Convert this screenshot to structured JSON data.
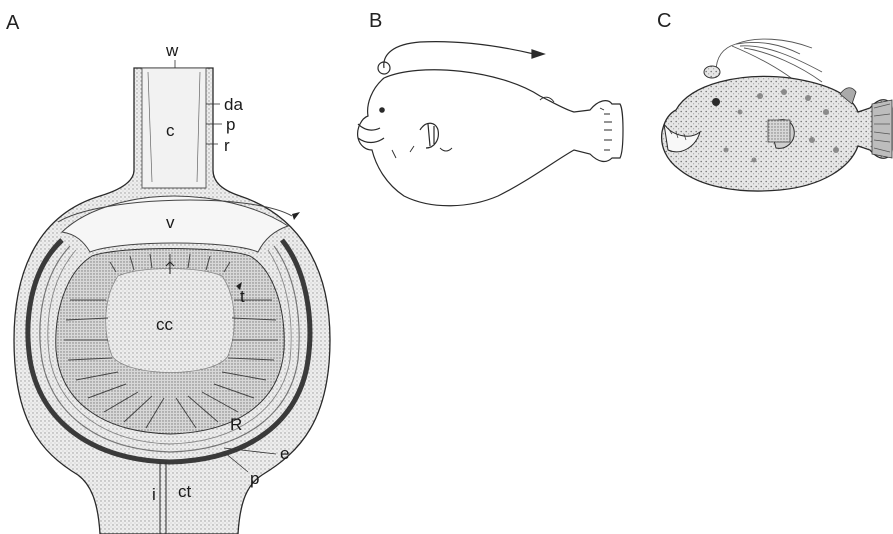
{
  "panels": {
    "a": {
      "letter": "A",
      "labels": {
        "w": "w",
        "da": "da",
        "p_top": "p",
        "c": "c",
        "r": "r",
        "v": "v",
        "t": "t",
        "cc": "cc",
        "R": "R",
        "e": "e",
        "p_bottom": "p",
        "ct": "ct",
        "i": "i"
      }
    },
    "b": {
      "letter": "B"
    },
    "c": {
      "letter": "C"
    }
  },
  "colors": {
    "ink": "#2a2a2a",
    "stipple": "#d9d9d9",
    "stipple_dark": "#bdbdbd",
    "fish_fill": "#e9e9e9"
  }
}
